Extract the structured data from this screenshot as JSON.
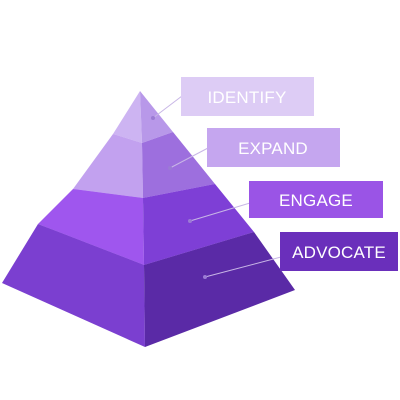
{
  "tiers": [
    {
      "label": "IDENTIFY",
      "box_color": "#ddccf5",
      "face_left": "#cdb4f2",
      "face_right": "#b898e9",
      "top_color": "#e4d6f8"
    },
    {
      "label": "EXPAND",
      "box_color": "#c5a6ef",
      "face_left": "#c2a1ef",
      "face_right": "#9d6fde",
      "top_color": "#d9c6f6"
    },
    {
      "label": "ENGAGE",
      "box_color": "#9a54e6",
      "face_left": "#9f56ee",
      "face_right": "#7e3fd6",
      "top_color": "#b37bf1"
    },
    {
      "label": "ADVOCATE",
      "box_color": "#6a2fbb",
      "face_left": "#7b3fd0",
      "face_right": "#5a2aa6",
      "top_color": "#8d57dc"
    }
  ],
  "colors": {
    "connector": "#c8b6e6",
    "dot": "#9b7bd4",
    "label_text": "#ffffff"
  }
}
